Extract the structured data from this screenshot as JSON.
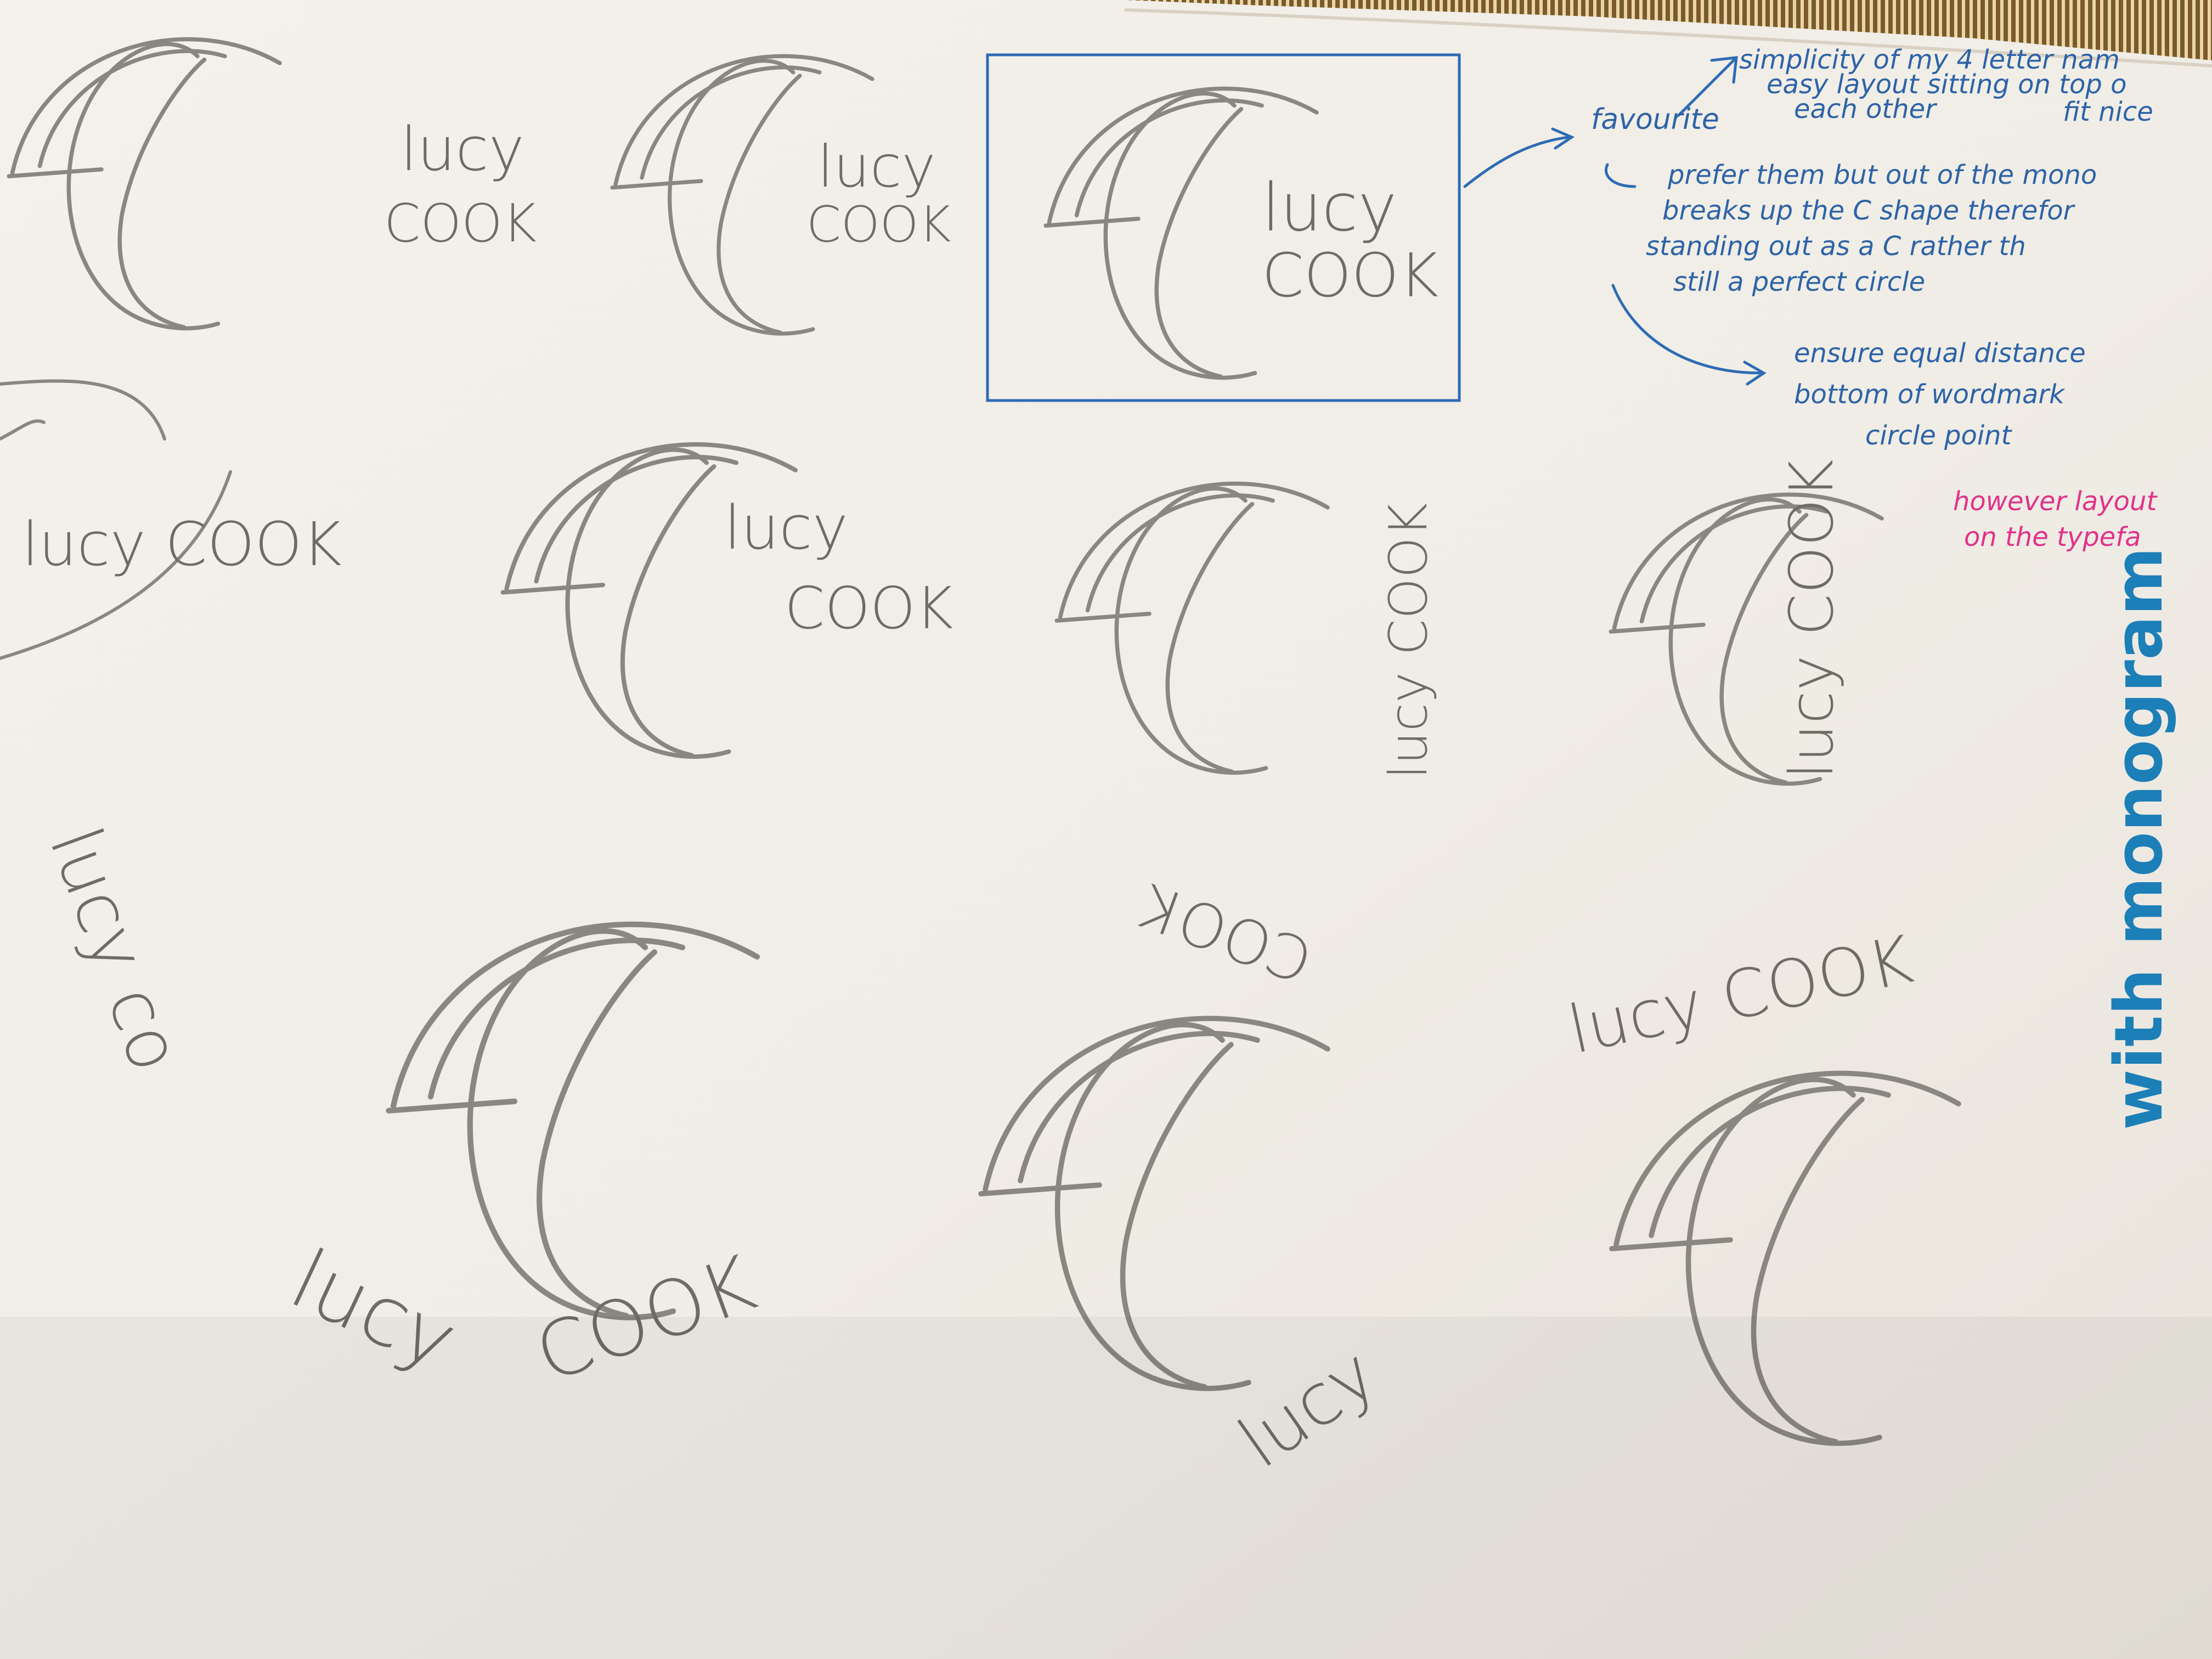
{
  "sketches": {
    "lucy": "lucy",
    "cook_lower": "cook",
    "cook_upper": "COOK",
    "lucy_cook": "lucy cook",
    "lucy_cook_upper": "lucy COOK",
    "lucy_co": "lucy co"
  },
  "notes": {
    "favourite": "favourite",
    "note1_line1": "simplicity of my 4 letter nam",
    "note1_line2": "easy layout sitting on top o",
    "note1_line3": "each other",
    "note1_line4": "fit nice",
    "note2_line1": "prefer them but out of the mono",
    "note2_line2": "breaks up the C shape therefor",
    "note2_line3": "standing out as a C rather th",
    "note2_line4": "still a perfect circle",
    "note3_line1": "ensure equal distance",
    "note3_line2": "bottom of wordmark",
    "note3_line3": "circle point",
    "pink_line1": "however layout",
    "pink_line2": "on the typefa",
    "vertical_heading": "with monogram"
  },
  "colors": {
    "paper": "#f3efe9",
    "pencil": "#8a8780",
    "blue_pen": "#2e6bb4",
    "pink_pen": "#e0338a",
    "marker": "#1c7fb8"
  }
}
